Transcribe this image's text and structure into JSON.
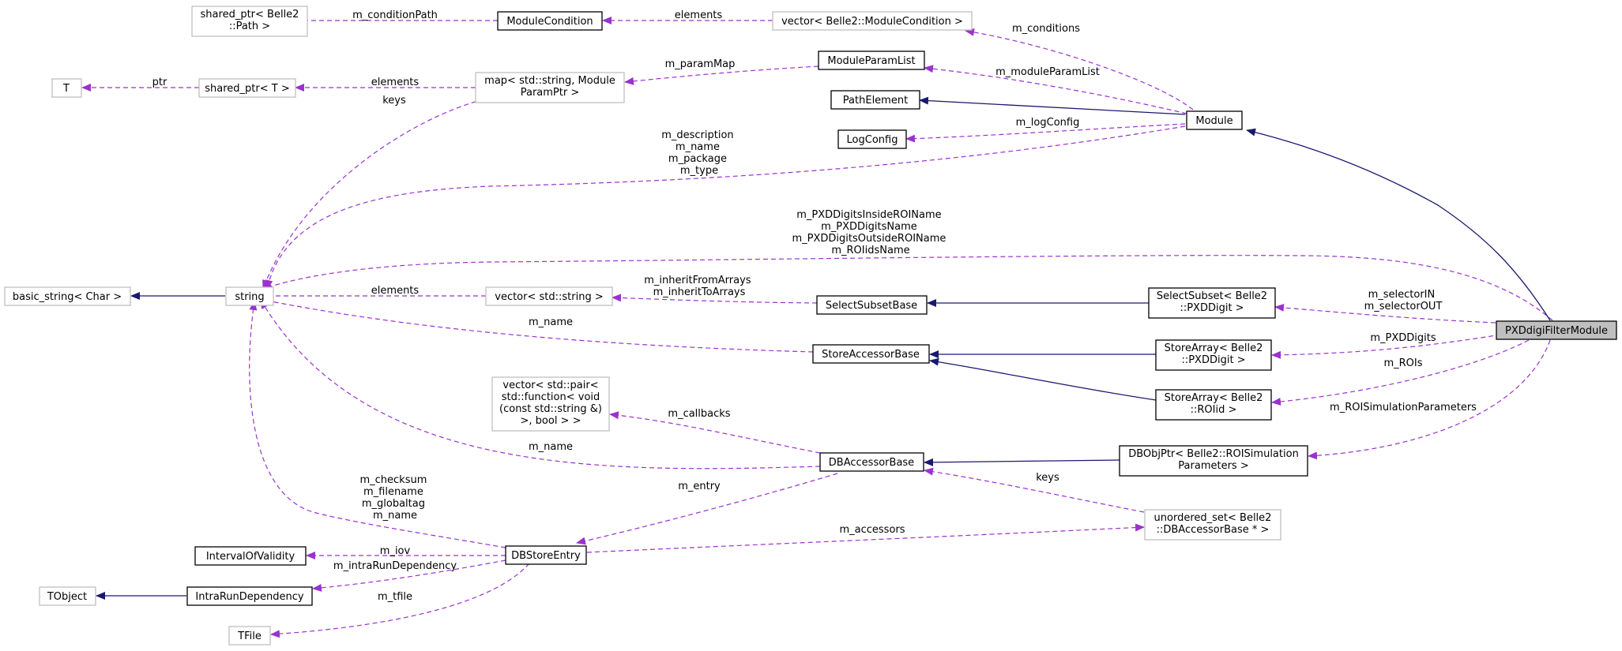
{
  "colors": {
    "usage_edge": "#9a32cd",
    "inheritance_edge": "#191970",
    "node_border": "#000000",
    "external_node_border": "#bfbfbf",
    "selected_node_fill": "#bfbfbf"
  },
  "nodes": {
    "shared_ptr_path": [
      "shared_ptr< Belle2",
      "::Path >"
    ],
    "module_condition": [
      "ModuleCondition"
    ],
    "vector_module_condition": [
      "vector< Belle2::ModuleCondition >"
    ],
    "t": [
      "T"
    ],
    "shared_ptr_t": [
      "shared_ptr< T >"
    ],
    "map_string_param": [
      "map< std::string, Module",
      "ParamPtr >"
    ],
    "module_param_list": [
      "ModuleParamList"
    ],
    "path_element": [
      "PathElement"
    ],
    "log_config": [
      "LogConfig"
    ],
    "module": [
      "Module"
    ],
    "basic_string": [
      "basic_string< Char >"
    ],
    "string": [
      "string"
    ],
    "vector_string": [
      "vector< std::string >"
    ],
    "select_subset_base": [
      "SelectSubsetBase"
    ],
    "select_subset": [
      "SelectSubset< Belle2",
      "::PXDDigit >"
    ],
    "store_accessor_base": [
      "StoreAccessorBase"
    ],
    "store_array_digit": [
      "StoreArray< Belle2",
      "::PXDDigit >"
    ],
    "store_array_roi": [
      "StoreArray< Belle2",
      "::ROIid >"
    ],
    "pxd_filter": [
      "PXDdigiFilterModule"
    ],
    "vector_pair": [
      "vector< std::pair<",
      "std::function< void",
      "(const std::string &)",
      ">, bool > >"
    ],
    "db_accessor_base": [
      "DBAccessorBase"
    ],
    "db_obj_ptr": [
      "DBObjPtr< Belle2::ROISimulation",
      "Parameters >"
    ],
    "unordered_set": [
      "unordered_set< Belle2",
      "::DBAccessorBase * >"
    ],
    "interval_of_validity": [
      "IntervalOfValidity"
    ],
    "db_store_entry": [
      "DBStoreEntry"
    ],
    "tobject": [
      "TObject"
    ],
    "intra_run_dependency": [
      "IntraRunDependency"
    ],
    "tfile": [
      "TFile"
    ]
  },
  "edge_labels": {
    "m_condition_path": [
      "m_conditionPath"
    ],
    "elements_conditions": [
      "elements"
    ],
    "m_conditions": [
      "m_conditions"
    ],
    "ptr": [
      "ptr"
    ],
    "elements_shared_ptr": [
      "elements"
    ],
    "m_param_map": [
      "m_paramMap"
    ],
    "m_module_param_list": [
      "m_moduleParamList"
    ],
    "keys_map": [
      "keys"
    ],
    "m_log_config": [
      "m_logConfig"
    ],
    "module_strings": [
      "m_description",
      "m_name",
      "m_package",
      "m_type"
    ],
    "pxd_strings": [
      "m_PXDDigitsInsideROIName",
      "m_PXDDigitsName",
      "m_PXDDigitsOutsideROIName",
      "m_ROIidsName"
    ],
    "elements_vector_string": [
      "elements"
    ],
    "inherit_arrays": [
      "m_inheritFromArrays",
      "m_inheritToArrays"
    ],
    "m_name_store": [
      "m_name"
    ],
    "selectors": [
      "m_selectorIN",
      "m_selectorOUT"
    ],
    "m_pxd_digits": [
      "m_PXDDigits"
    ],
    "m_rois": [
      "m_ROIs"
    ],
    "m_roi_sim_params": [
      "m_ROISimulationParameters"
    ],
    "m_callbacks": [
      "m_callbacks"
    ],
    "m_name_db": [
      "m_name"
    ],
    "keys_unordered": [
      "keys"
    ],
    "m_entry": [
      "m_entry"
    ],
    "db_strings": [
      "m_checksum",
      "m_filename",
      "m_globaltag",
      "m_name"
    ],
    "m_accessors": [
      "m_accessors"
    ],
    "m_iov": [
      "m_iov"
    ],
    "m_intra_run_dependency": [
      "m_intraRunDependency"
    ],
    "m_tfile": [
      "m_tfile"
    ]
  }
}
